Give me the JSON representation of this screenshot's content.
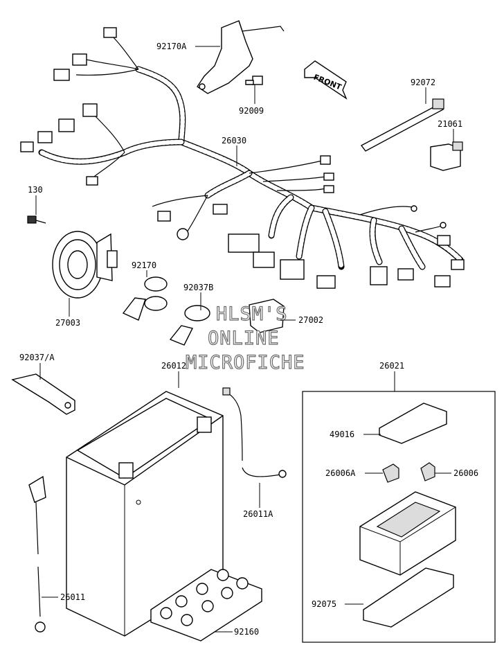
{
  "parts": {
    "p92170A": "92170A",
    "p92009": "92009",
    "p92072": "92072",
    "p21061": "21061",
    "p26030": "26030",
    "p130": "130",
    "p92170": "92170",
    "p92037B": "92037B",
    "p27002": "27002",
    "p27003": "27003",
    "p92037A": "92037/A",
    "p26012": "26012",
    "p26021": "26021",
    "p49016": "49016",
    "p26006A": "26006A",
    "p26006": "26006",
    "p26011A": "26011A",
    "p26011": "26011",
    "p92075": "92075",
    "p92160": "92160"
  },
  "front_arrow": "FRONT",
  "watermark": {
    "line1": "HLSM'S",
    "line2": "ONLINE",
    "line3": "MICROFICHE"
  }
}
